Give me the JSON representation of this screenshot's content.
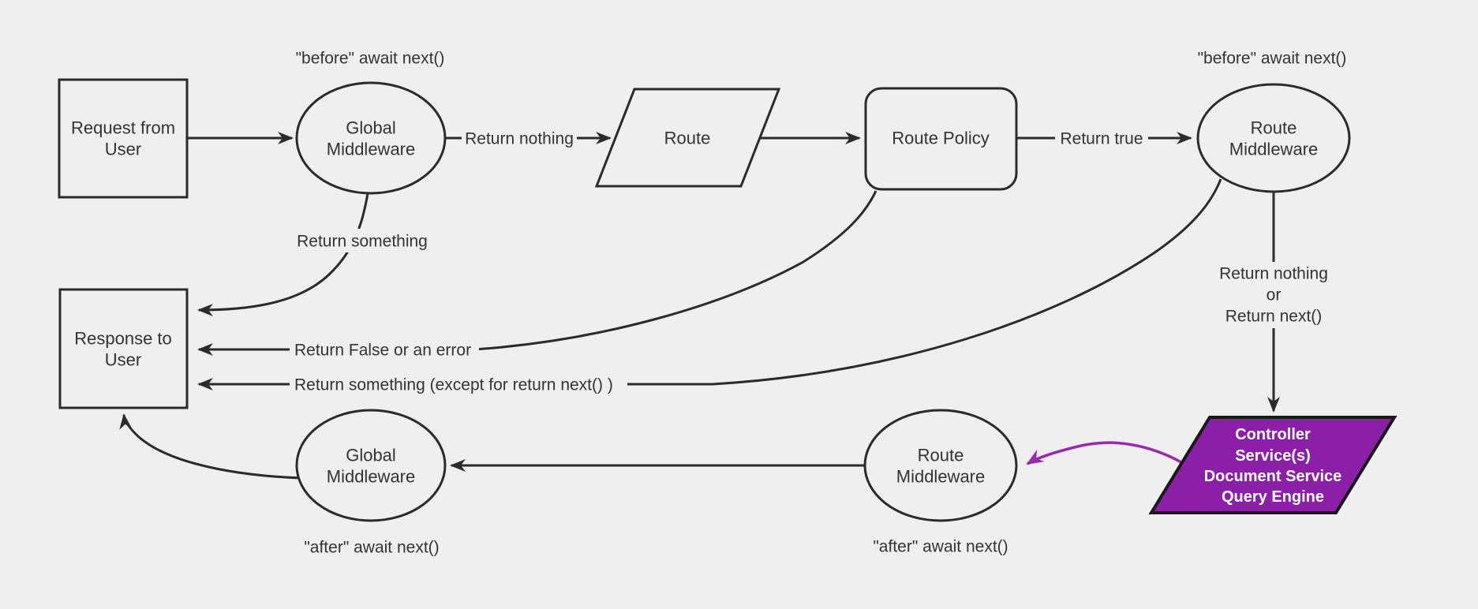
{
  "canvas": {
    "background_color": "#efefef",
    "line_color": "#2b2b2b",
    "text_color": "#333333",
    "purple_fill": "#8b1fa8",
    "purple_arrow_color": "#982ab0",
    "purple_text_color": "#ffffff"
  },
  "nodes": {
    "request": {
      "line1": "Request from",
      "line2": "User"
    },
    "global_mw_top": {
      "line1": "Global",
      "line2": "Middleware"
    },
    "route": {
      "label": "Route"
    },
    "route_policy": {
      "label": "Route Policy"
    },
    "route_mw_top": {
      "line1": "Route",
      "line2": "Middleware"
    },
    "controller": {
      "line1": "Controller",
      "line2": "Service(s)",
      "line3": "Document Service",
      "line4": "Query Engine"
    },
    "route_mw_bottom": {
      "line1": "Route",
      "line2": "Middleware"
    },
    "global_mw_bottom": {
      "line1": "Global",
      "line2": "Middleware"
    },
    "response": {
      "line1": "Response to",
      "line2": "User"
    }
  },
  "labels": {
    "before_left": "\"before\" await next()",
    "before_right": "\"before\" await next()",
    "after_left": "\"after\" await next()",
    "after_right": "\"after\" await next()",
    "return_nothing": "Return nothing",
    "return_true": "Return true",
    "return_something": "Return something",
    "return_false": "Return False or an error",
    "return_something_except": "Return something (except for return next() )",
    "return_nothing_or_line1": "Return nothing",
    "return_nothing_or_line2": "or",
    "return_nothing_or_line3": "Return next()"
  }
}
